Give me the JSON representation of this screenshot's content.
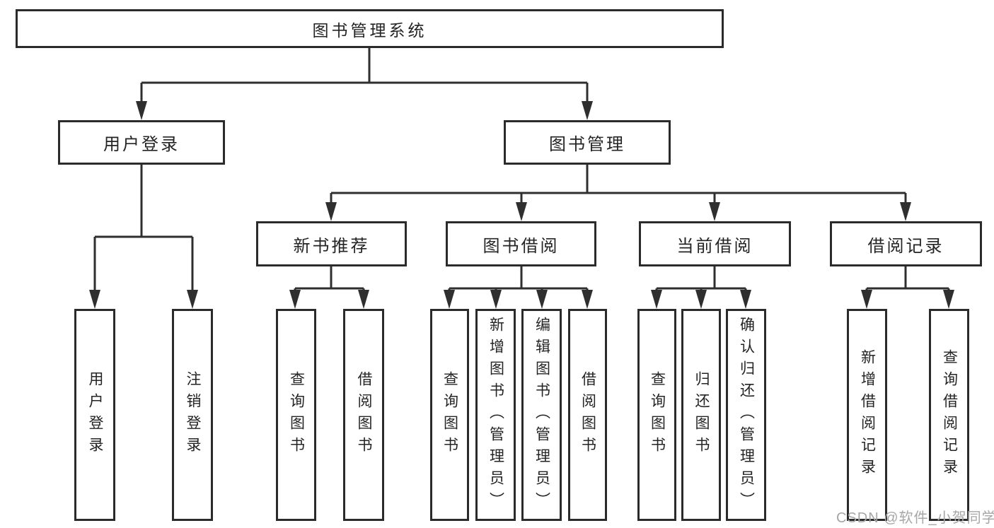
{
  "nodes": {
    "root": "图书管理系统",
    "level2": {
      "user_login": "用户登录",
      "book_mgmt": "图书管理"
    },
    "level3": {
      "recommend": "新书推荐",
      "borrow": "图书借阅",
      "current": "当前借阅",
      "records": "借阅记录"
    },
    "leaves": {
      "login": [
        "用户登录",
        "注销登录"
      ],
      "recommend": [
        "查询图书",
        "借阅图书"
      ],
      "borrow": [
        "查询图书",
        "新增图书（管理员）",
        "编辑图书（管理员）",
        "借阅图书"
      ],
      "current": [
        "查询图书",
        "归还图书",
        "确认归还（管理员）"
      ],
      "records": [
        "新增借阅记录",
        "查询借阅记录"
      ]
    }
  },
  "watermark": "CSDN @软件_小贺同学",
  "colors": {
    "line": "#2f2f2f",
    "box_border": "#2b2b2b",
    "text": "#242424",
    "watermark": "#a6a6a6",
    "background": "#ffffff"
  }
}
